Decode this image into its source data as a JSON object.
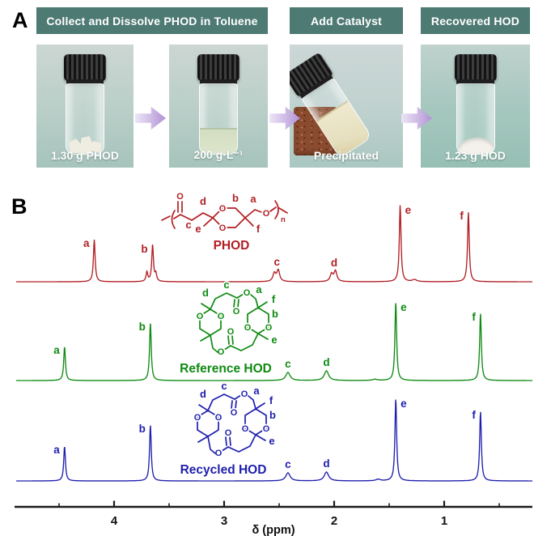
{
  "figure": {
    "panel_a_label": "A",
    "panel_b_label": "B"
  },
  "panelA": {
    "headers": [
      {
        "label": "Collect and Dissolve PHOD in Toluene"
      },
      {
        "label": "Add Catalyst"
      },
      {
        "label": "Recovered HOD"
      }
    ],
    "photos": [
      {
        "caption": "1.30 g PHOD",
        "depicts": "capped glass vial containing white PHOD polymer pieces"
      },
      {
        "caption": "200 g·L⁻¹",
        "depicts": "capped glass vial containing pale clear toluene solution"
      },
      {
        "caption": "Precipitated",
        "depicts": "tilted vial with milky precipitated mixture leaning on a cork block"
      },
      {
        "caption": "1.23 g HOD",
        "depicts": "capped glass vial containing recovered white HOD powder"
      }
    ]
  },
  "panelB": {
    "structures": {
      "phod": {
        "caption": "PHOD",
        "atom": "O",
        "subscript_n": "n",
        "labels": {
          "a": "a",
          "b": "b",
          "c": "c",
          "d": "d",
          "e": "e",
          "f": "f"
        }
      },
      "hod_ref": {
        "caption": "Reference HOD",
        "atom": "O",
        "labels": {
          "a": "a",
          "b": "b",
          "c": "c",
          "d": "d",
          "e": "e",
          "f": "f"
        }
      },
      "hod_rec": {
        "caption": "Recycled HOD",
        "atom": "O",
        "labels": {
          "a": "a",
          "b": "b",
          "c": "c",
          "d": "d",
          "e": "e",
          "f": "f"
        }
      }
    }
  },
  "chart_data": {
    "type": "line",
    "title": "Stacked 1H NMR spectra of PHOD, Reference HOD and Recycled HOD",
    "xlabel": "δ (ppm)",
    "x_axis_reversed": true,
    "x_range_ppm": [
      4.9,
      0.2
    ],
    "major_ticks": [
      4,
      3,
      2,
      1
    ],
    "minor_ticks": [
      4.5,
      3.5,
      2.5,
      1.5,
      0.5
    ],
    "grid": false,
    "legend_position": "none",
    "series": [
      {
        "name": "PHOD",
        "color": "#b11f24",
        "peaks": [
          {
            "label": "a",
            "ppm": 4.18,
            "rel_height": 52,
            "shape": "s"
          },
          {
            "label": "b",
            "ppm": 3.65,
            "rel_height": 45,
            "shape": "m3"
          },
          {
            "label": "c",
            "ppm": 2.52,
            "rel_height": 14,
            "shape": "m2"
          },
          {
            "label": "d",
            "ppm": 2.0,
            "rel_height": 13,
            "shape": "m2"
          },
          {
            "label": "",
            "ppm": 1.27,
            "rel_height": 2.5,
            "shape": "b"
          },
          {
            "label": "e",
            "ppm": 1.4,
            "rel_height": 95,
            "shape": "s"
          },
          {
            "label": "f",
            "ppm": 0.78,
            "rel_height": 86,
            "shape": "s"
          }
        ]
      },
      {
        "name": "Reference HOD",
        "color": "#0f8a12",
        "peaks": [
          {
            "label": "a",
            "ppm": 4.45,
            "rel_height": 42,
            "shape": "s"
          },
          {
            "label": "b",
            "ppm": 3.67,
            "rel_height": 71,
            "shape": "s"
          },
          {
            "label": "c",
            "ppm": 2.42,
            "rel_height": 10,
            "shape": "b"
          },
          {
            "label": "d",
            "ppm": 2.07,
            "rel_height": 12,
            "shape": "b"
          },
          {
            "label": "",
            "ppm": 1.63,
            "rel_height": 1.5,
            "shape": "b"
          },
          {
            "label": "e",
            "ppm": 1.44,
            "rel_height": 97,
            "shape": "s"
          },
          {
            "label": "f",
            "ppm": 0.67,
            "rel_height": 83,
            "shape": "s"
          }
        ]
      },
      {
        "name": "Recycled HOD",
        "color": "#1f1fae",
        "peaks": [
          {
            "label": "a",
            "ppm": 4.45,
            "rel_height": 43,
            "shape": "s"
          },
          {
            "label": "b",
            "ppm": 3.67,
            "rel_height": 69,
            "shape": "s"
          },
          {
            "label": "c",
            "ppm": 2.42,
            "rel_height": 10,
            "shape": "b"
          },
          {
            "label": "d",
            "ppm": 2.07,
            "rel_height": 11,
            "shape": "b"
          },
          {
            "label": "",
            "ppm": 1.6,
            "rel_height": 2,
            "shape": "b"
          },
          {
            "label": "e",
            "ppm": 1.44,
            "rel_height": 102,
            "shape": "s"
          },
          {
            "label": "f",
            "ppm": 0.67,
            "rel_height": 86,
            "shape": "s"
          }
        ]
      }
    ]
  },
  "colors": {
    "header_bg": "#4e7a74",
    "arrow": "#b191d5",
    "axis": "#1a1a1a"
  }
}
